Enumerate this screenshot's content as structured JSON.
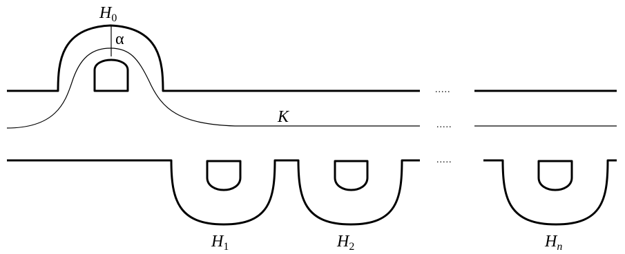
{
  "labels": {
    "h0": {
      "base": "H",
      "sub": "0"
    },
    "alpha": "α",
    "k": "K",
    "h1": {
      "base": "H",
      "sub": "1"
    },
    "h2": {
      "base": "H",
      "sub": "2"
    },
    "hn": {
      "base": "H",
      "sub": "n"
    }
  },
  "ellipsis": "....."
}
